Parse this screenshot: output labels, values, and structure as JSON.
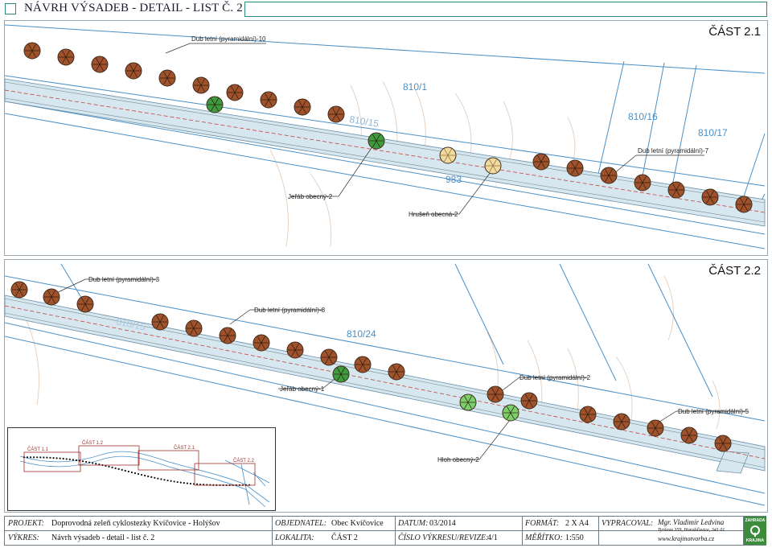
{
  "header": {
    "title": "NÁVRH VÝSADEB - DETAIL - LIST Č. 2"
  },
  "panel1": {
    "part_label": "ČÁST 2.1",
    "parcels": [
      "810/1",
      "810/15",
      "810/16",
      "810/17",
      "983"
    ],
    "labels": [
      "Dub letní (pyramidální)-10",
      "Dub letní (pyramidální)-7",
      "Jeřáb obecný-2",
      "Hrušeň obecná-2"
    ]
  },
  "panel2": {
    "part_label": "ČÁST 2.2",
    "parcels": [
      "810/15",
      "810/24"
    ],
    "labels": [
      "Dub letní (pyramidální)-3",
      "Dub letní (pyramidální)-8",
      "Jeřáb obecný-1",
      "Dub letní (pyramidální)-2",
      "Dub letní (pyramidální)-5",
      "Hloh obecný-2"
    ]
  },
  "overview": {
    "labels": [
      "ČÁST 1.1",
      "ČÁST 1.2",
      "ČÁST 2.1",
      "ČÁST 2.2"
    ]
  },
  "footer": {
    "projekt_label": "PROJEKT:",
    "projekt": "Doprovodná zeleň cyklostezky Kvíčovice - Holýšov",
    "vykres_label": "VÝKRES:",
    "vykres": "Návrh výsadeb - detail - list č. 2",
    "objednatel_label": "OBJEDNATEL:",
    "objednatel": "Obec Kvíčovice",
    "lokalita_label": "LOKALITA:",
    "lokalita": "ČÁST 2",
    "datum_label": "DATUM:",
    "datum": "03/2014",
    "cislo_label": "ČÍSLO VÝKRESU/REVIZE:",
    "cislo": "4/1",
    "format_label": "FORMÁT:",
    "format": "2 X A4",
    "meritko_label": "MĚŘÍTKO:",
    "meritko": "1:550",
    "vypracoval_label": "VYPRACOVAL:",
    "vypracoval": "Mgr. Vladimír Ledvina",
    "adresa": "Tyršova 359, Horažďovice, 341 01",
    "web": "www.krajinotvorba.cz",
    "logo_top": "ZAHRADA",
    "logo_bottom": "KRAJINA"
  },
  "colors": {
    "oak": "#a0522d",
    "rowan": "#3f9b3f",
    "pear": "#f2d9a0",
    "hawthorn": "#7ccf6a",
    "road": "#c9dde8",
    "line": "#4a90c8"
  }
}
